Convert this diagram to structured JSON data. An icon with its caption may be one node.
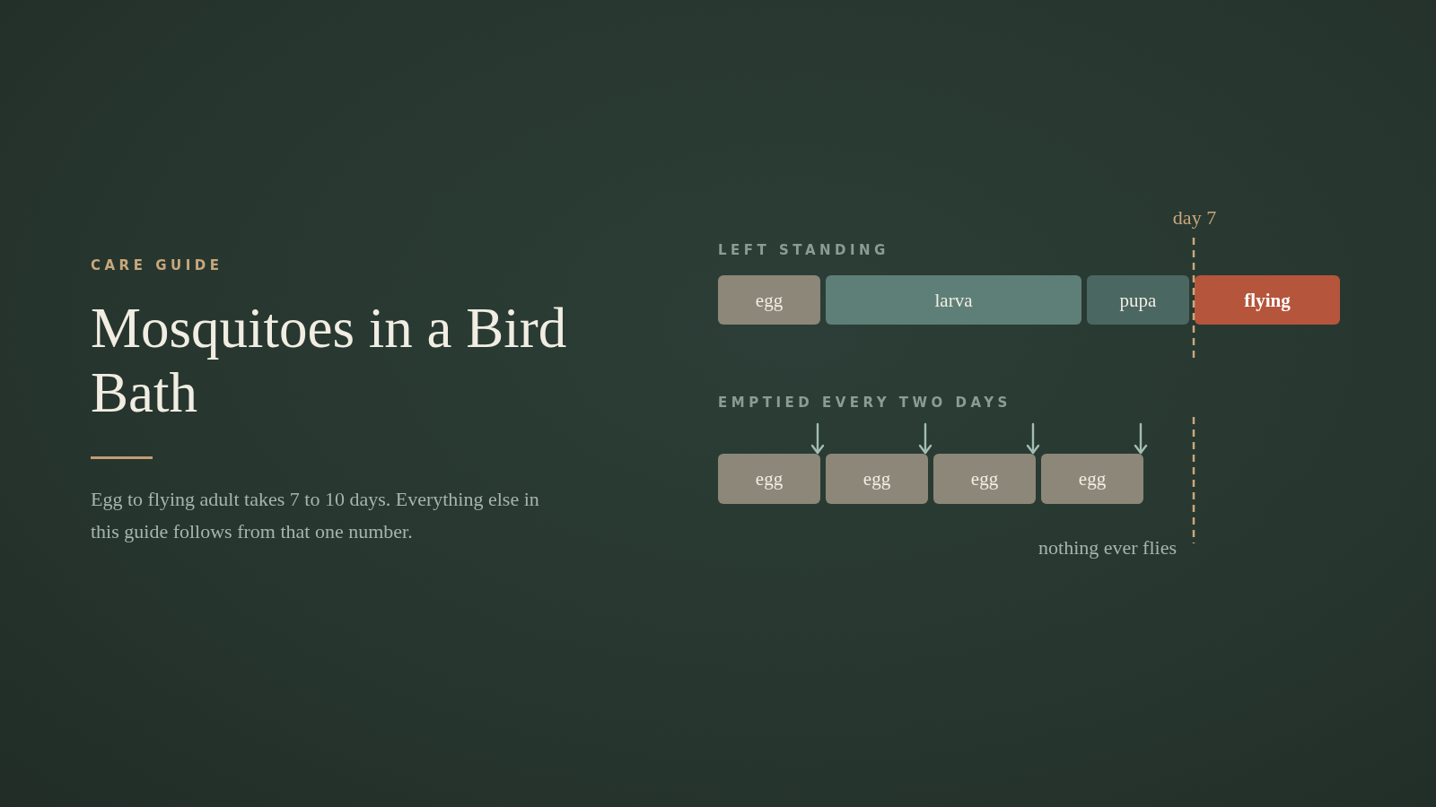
{
  "diagram": {
    "title": "Mosquitoes in a Bird Bath",
    "nodes": [
      {
        "text": [
          "egg"
        ]
      },
      {
        "text": [
          "larva"
        ]
      },
      {
        "text": [
          "pupa"
        ]
      },
      {
        "text": [
          "flying"
        ]
      },
      {
        "text": [
          "egg"
        ]
      },
      {
        "text": [
          "egg"
        ]
      },
      {
        "text": [
          "egg"
        ]
      },
      {
        "text": [
          "egg"
        ]
      }
    ],
    "edges": [
      {
        "from": null,
        "to": 4,
        "arrow": "to"
      },
      {
        "from": null,
        "to": 5,
        "arrow": "to"
      },
      {
        "from": null,
        "to": 6,
        "arrow": "to"
      },
      {
        "from": null,
        "to": 7,
        "arrow": "to"
      }
    ],
    "labels": [
      "CARE GUIDE",
      "Egg to flying adult takes 7 to 10 days. Everything else in this guide follows from that one number.",
      "day 7",
      "LEFT STANDING",
      "EMPTIED EVERY TWO DAYS",
      "nothing ever flies"
    ]
  }
}
